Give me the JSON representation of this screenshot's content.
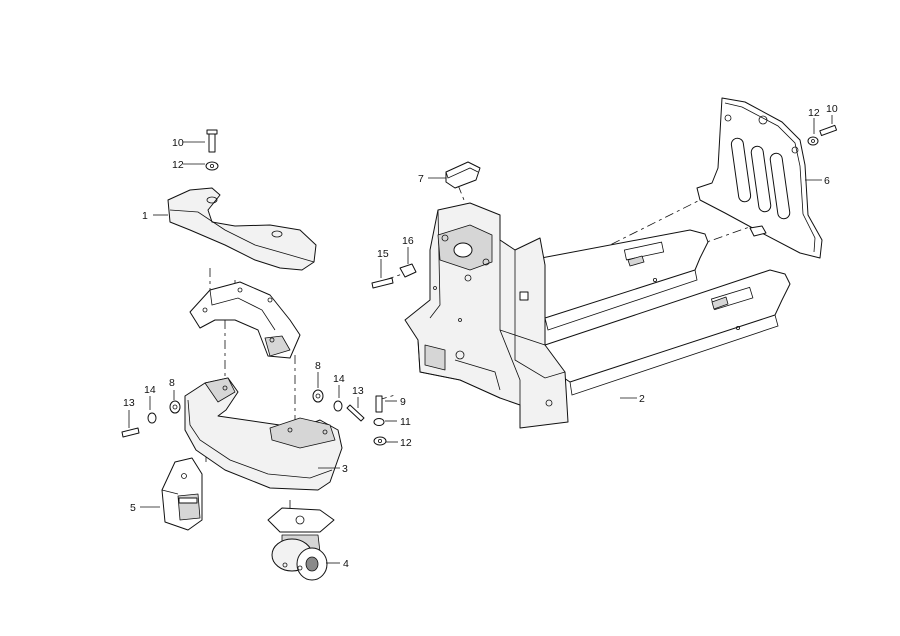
{
  "callouts": {
    "c1": "1",
    "c2": "2",
    "c3": "3",
    "c4": "4",
    "c5": "5",
    "c6": "6",
    "c7": "7",
    "c8a": "8",
    "c8b": "8",
    "c9": "9",
    "c10a": "10",
    "c10b": "10",
    "c11": "11",
    "c12a": "12",
    "c12b": "12",
    "c12c": "12",
    "c13a": "13",
    "c13b": "13",
    "c14a": "14",
    "c14b": "14",
    "c15": "15",
    "c16": "16"
  }
}
